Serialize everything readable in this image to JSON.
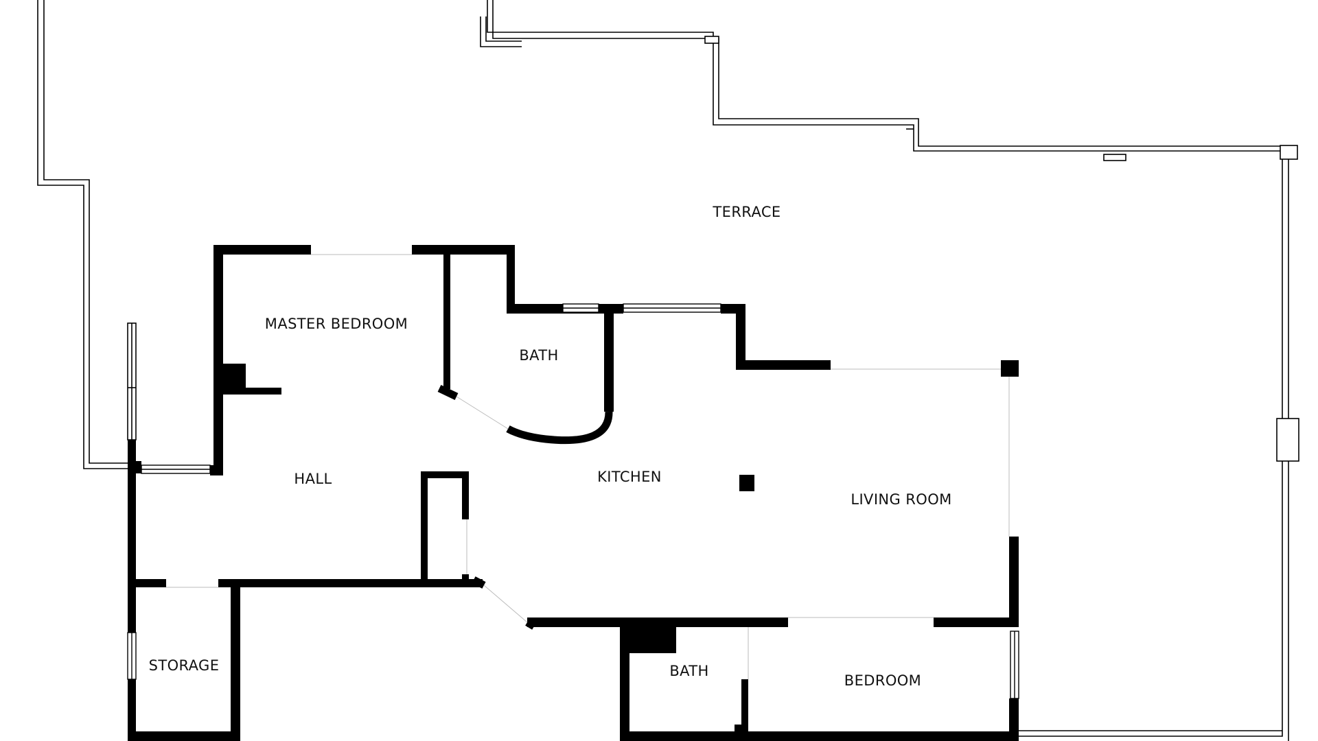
{
  "colors": {
    "wall": "#000000",
    "background": "#ffffff",
    "window_line": "#000000",
    "label": "#111111"
  },
  "rooms": {
    "terrace": "TERRACE",
    "master_bedroom": "MASTER BEDROOM",
    "bath_upper": "BATH",
    "hall": "HALL",
    "kitchen": "KITCHEN",
    "living_room": "LIVING ROOM",
    "storage": "STORAGE",
    "bath_lower": "BATH",
    "bedroom": "BEDROOM"
  }
}
